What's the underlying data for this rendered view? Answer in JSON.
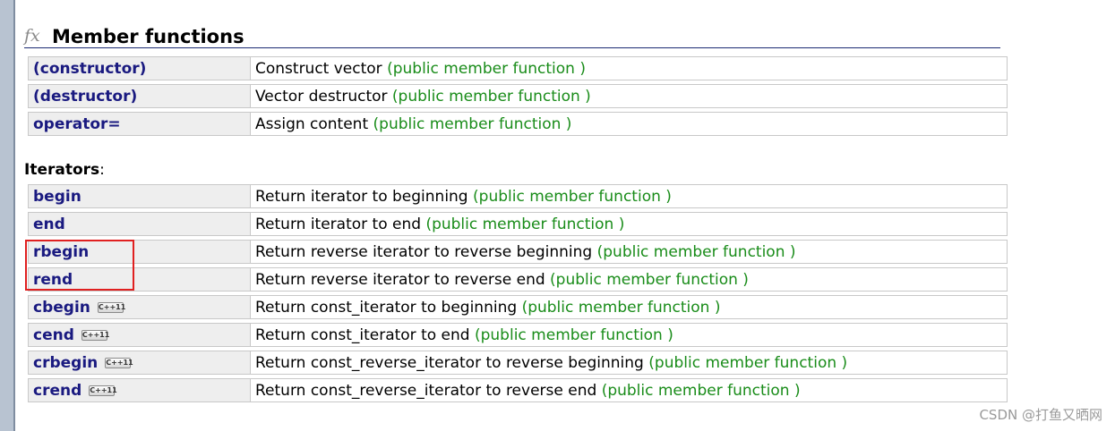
{
  "section": {
    "icon": "fx-icon",
    "title": "Member functions"
  },
  "member_functions": [
    {
      "name": "(constructor)",
      "desc": "Construct vector",
      "kind": "(public member function )"
    },
    {
      "name": "(destructor)",
      "desc": "Vector destructor",
      "kind": "(public member function )"
    },
    {
      "name": "operator=",
      "desc": "Assign content",
      "kind": "(public member function )"
    }
  ],
  "iterators": {
    "heading": "Iterators",
    "colon": ":",
    "items": [
      {
        "name": "begin",
        "desc": "Return iterator to beginning",
        "kind": "(public member function )"
      },
      {
        "name": "end",
        "desc": "Return iterator to end",
        "kind": "(public member function )"
      },
      {
        "name": "rbegin",
        "desc": "Return reverse iterator to reverse beginning",
        "kind": "(public member function )"
      },
      {
        "name": "rend",
        "desc": "Return reverse iterator to reverse end",
        "kind": "(public member function )"
      },
      {
        "name": "cbegin",
        "badge": "C++11",
        "desc": "Return const_iterator to beginning",
        "kind": "(public member function )"
      },
      {
        "name": "cend",
        "badge": "C++11",
        "desc": "Return const_iterator to end",
        "kind": "(public member function )"
      },
      {
        "name": "crbegin",
        "badge": "C++11",
        "desc": "Return const_reverse_iterator to reverse beginning",
        "kind": "(public member function )"
      },
      {
        "name": "crend",
        "badge": "C++11",
        "desc": "Return const_reverse_iterator to reverse end",
        "kind": "(public member function )"
      }
    ]
  },
  "highlight": {
    "color": "#e02020",
    "covers": [
      "rbegin",
      "rend"
    ]
  },
  "watermark": "CSDN @打鱼又晒网",
  "colors": {
    "link": "#1a1a80",
    "kind": "#198c19",
    "rule": "#1c2a73"
  }
}
